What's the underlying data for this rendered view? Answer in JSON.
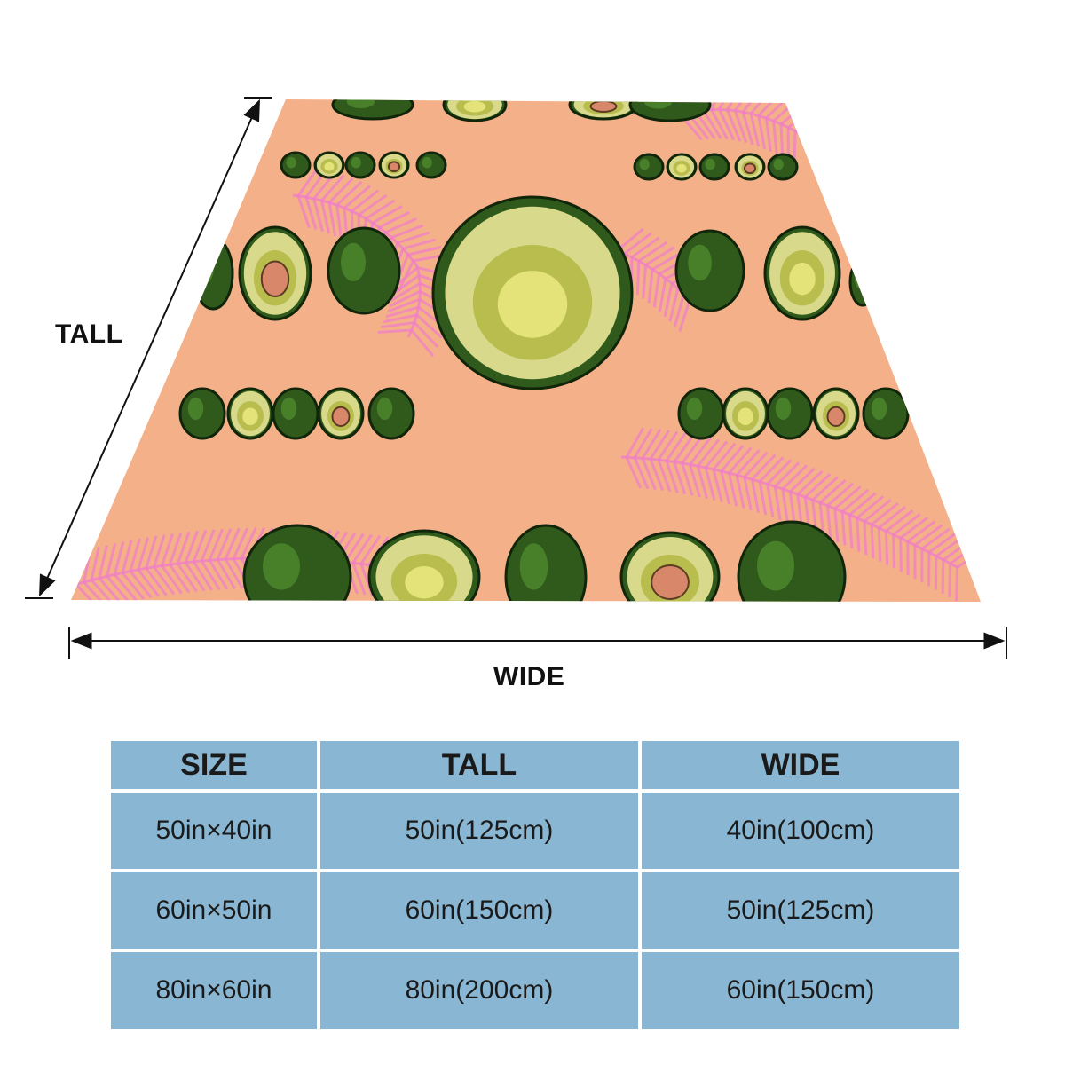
{
  "diagram": {
    "tall_label": "TALL",
    "wide_label": "WIDE"
  },
  "blanket": {
    "background_color": "#f4b089",
    "leaf_color": "#f07fc8",
    "skin_color": "#2f5a1c",
    "flesh_color": "#d8d98a",
    "pit_color": "#d9876a"
  },
  "size_table": {
    "headers": [
      "SIZE",
      "TALL",
      "WIDE"
    ],
    "rows": [
      [
        "50in×40in",
        "50in(125cm)",
        "40in(100cm)"
      ],
      [
        "60in×50in",
        "60in(150cm)",
        "50in(125cm)"
      ],
      [
        "80in×60in",
        "80in(200cm)",
        "60in(150cm)"
      ]
    ],
    "cell_color": "#89b6d2"
  }
}
